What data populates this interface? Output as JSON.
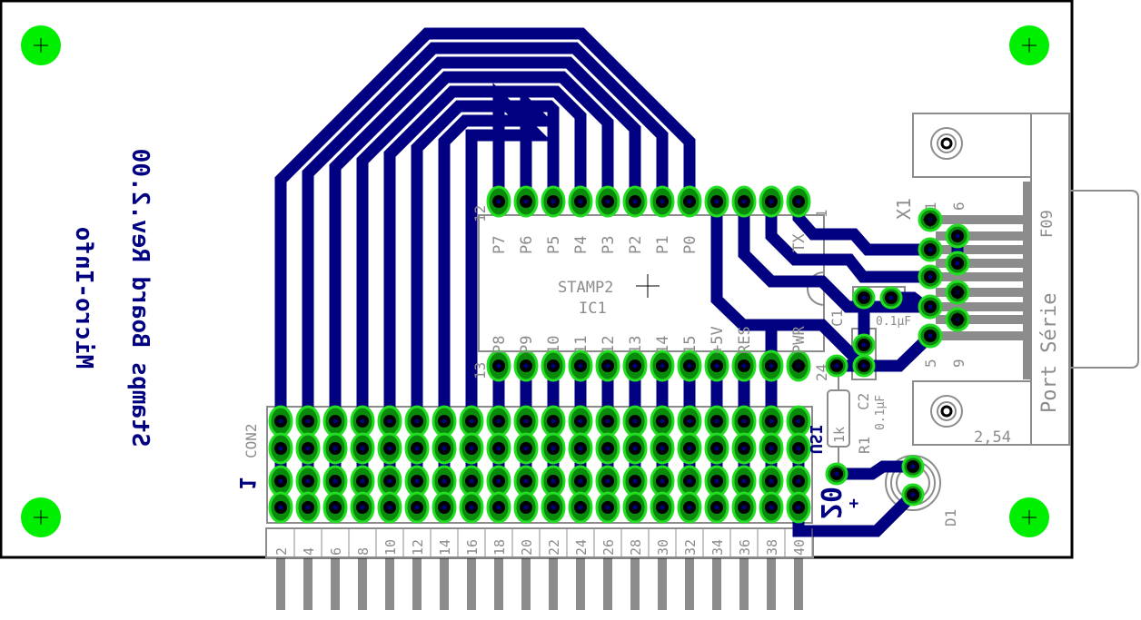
{
  "board": {
    "title_line1": "Micro-Info",
    "title_line2": "Stamps Board Rev.2.00",
    "colors": {
      "copper": "#000080",
      "pad": "#0a8a0a",
      "pad_ring": "#22dd22",
      "silk": "#8c8c8c",
      "mount_hole": "#00ee00"
    }
  },
  "ic1": {
    "name": "IC1",
    "value": "STAMP2",
    "top_pin_labels": [
      "P7",
      "P6",
      "P5",
      "P4",
      "P3",
      "P2",
      "P1",
      "P0",
      "",
      "",
      "",
      "TX"
    ],
    "bottom_pin_labels": [
      "P8",
      "P9",
      "10",
      "11",
      "12",
      "13",
      "14",
      "15",
      "+5V",
      "RES",
      "",
      "PWR"
    ],
    "pin_numbers": {
      "top_left": "12",
      "top_right": "1",
      "bottom_left": "13",
      "bottom_right": "24"
    }
  },
  "con2": {
    "name": "CON2",
    "pin_labels": [
      "2",
      "4",
      "6",
      "8",
      "10",
      "12",
      "14",
      "16",
      "18",
      "20",
      "22",
      "24",
      "26",
      "28",
      "30",
      "32",
      "34",
      "36",
      "38",
      "40"
    ],
    "marker_pin": "1",
    "marker_end": "20"
  },
  "components": {
    "c1": {
      "name": "C1",
      "value": "0.1µF"
    },
    "c2": {
      "name": "C2",
      "value": "0.1µF"
    },
    "r1": {
      "name": "R1",
      "value": "1k"
    },
    "d1": {
      "name": "D1"
    },
    "usi_label": "USI",
    "plus_label": "+"
  },
  "x1": {
    "name": "X1",
    "description": "Port Série",
    "type": "F09",
    "pitch": "2,54",
    "pin_labels": {
      "p1": "1",
      "p6": "6",
      "p5": "5",
      "p9": "9"
    }
  }
}
